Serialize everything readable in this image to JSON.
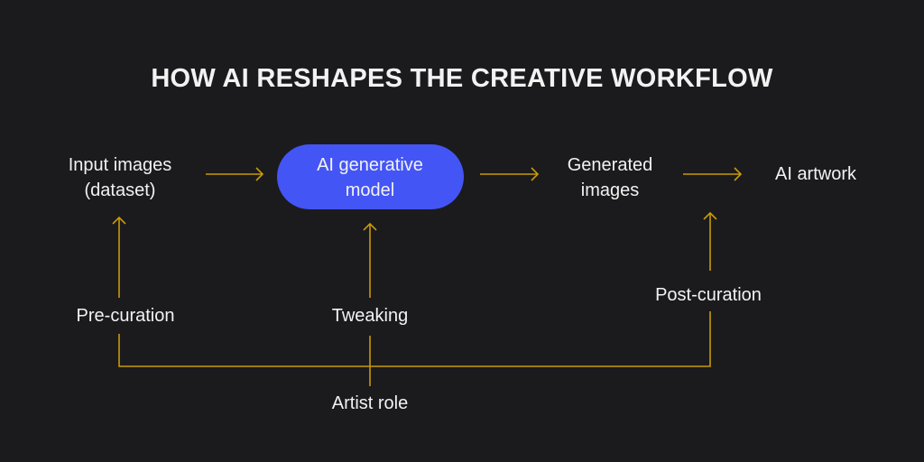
{
  "title": "HOW AI RESHAPES THE CREATIVE WORKFLOW",
  "nodes": {
    "input_line1": "Input images",
    "input_line2": "(dataset)",
    "model_line1": "AI generative",
    "model_line2": "model",
    "generated_line1": "Generated",
    "generated_line2": "images",
    "artwork": "AI artwork",
    "pre_curation": "Pre-curation",
    "tweaking": "Tweaking",
    "post_curation": "Post-curation",
    "artist_role": "Artist role"
  },
  "colors": {
    "background": "#1b1b1d",
    "accent": "#4455f5",
    "connector": "#c89a0a"
  }
}
